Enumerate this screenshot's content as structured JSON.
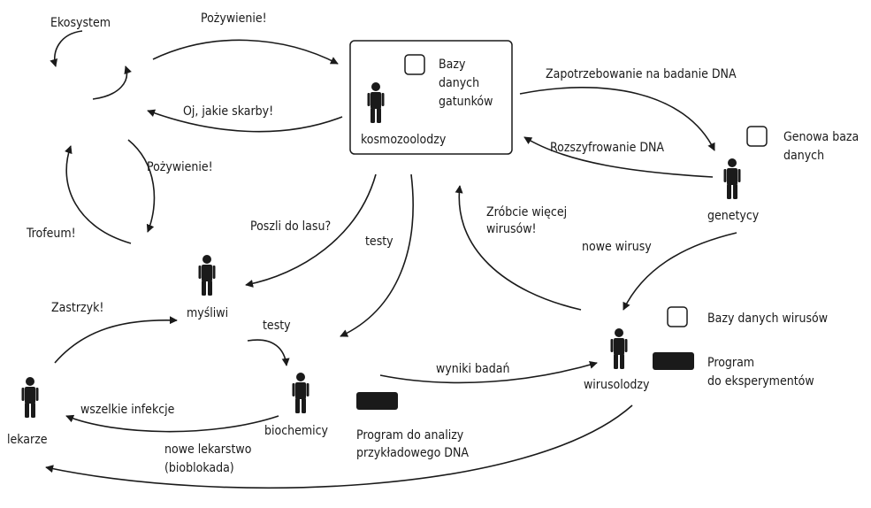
{
  "labels": {
    "ekosystem": "Ekosystem",
    "pozywienie_top": "Pożywienie!",
    "oj_skarby": "Oj, jakie skarby!",
    "pozywienie_left": "Pożywienie!",
    "trofeum": "Trofeum!",
    "bazy_gatunkow_1": "Bazy",
    "bazy_gatunkow_2": "danych",
    "bazy_gatunkow_3": "gatunków",
    "kosmozoolodzy": "kosmozoolodzy",
    "zapotrzebowanie": "Zapotrzebowanie na badanie DNA",
    "rozszyfrowanie": "Rozszyfrowanie DNA",
    "genowa_1": "Genowa baza",
    "genowa_2": "danych",
    "genetycy": "genetycy",
    "zrobcie_1": "Zróbcie więcej",
    "zrobcie_2": "wirusów!",
    "nowe_wirusy": "nowe wirusy",
    "poszli": "Poszli do lasu?",
    "testy_1": "testy",
    "mysliwi": "myśliwi",
    "testy_2": "testy",
    "zastrzyk": "Zastrzyk!",
    "wszelkie": "wszelkie infekcje",
    "lekarze": "lekarze",
    "nowe_lekarstwo_1": "nowe lekarstwo",
    "nowe_lekarstwo_2": "(bioblokada)",
    "biochemicy": "biochemicy",
    "program_dna_1": "Program do analizy",
    "program_dna_2": "przykładowego DNA",
    "wyniki": "wyniki badań",
    "wirusolodzy": "wirusolodzy",
    "bazy_wirusow": "Bazy danych wirusów",
    "program_eksp_1": "Program",
    "program_eksp_2": "do eksperymentów"
  }
}
